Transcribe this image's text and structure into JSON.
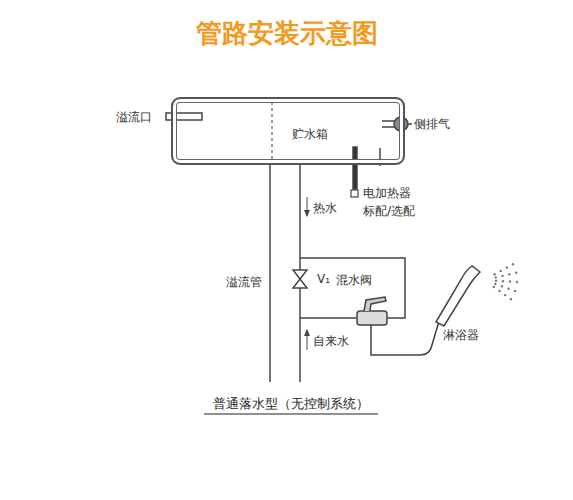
{
  "diagram": {
    "title": "管路安装示意图",
    "caption": "普通落水型（无控制系统）",
    "nodes": [
      {
        "text": [
          "贮水箱"
        ]
      }
    ],
    "labels": [
      "溢流口",
      "侧排气",
      "电加热器",
      "标配/选配",
      "热水",
      "溢流管",
      "V₁",
      "混水阀",
      "自来水",
      "淋浴器"
    ]
  }
}
